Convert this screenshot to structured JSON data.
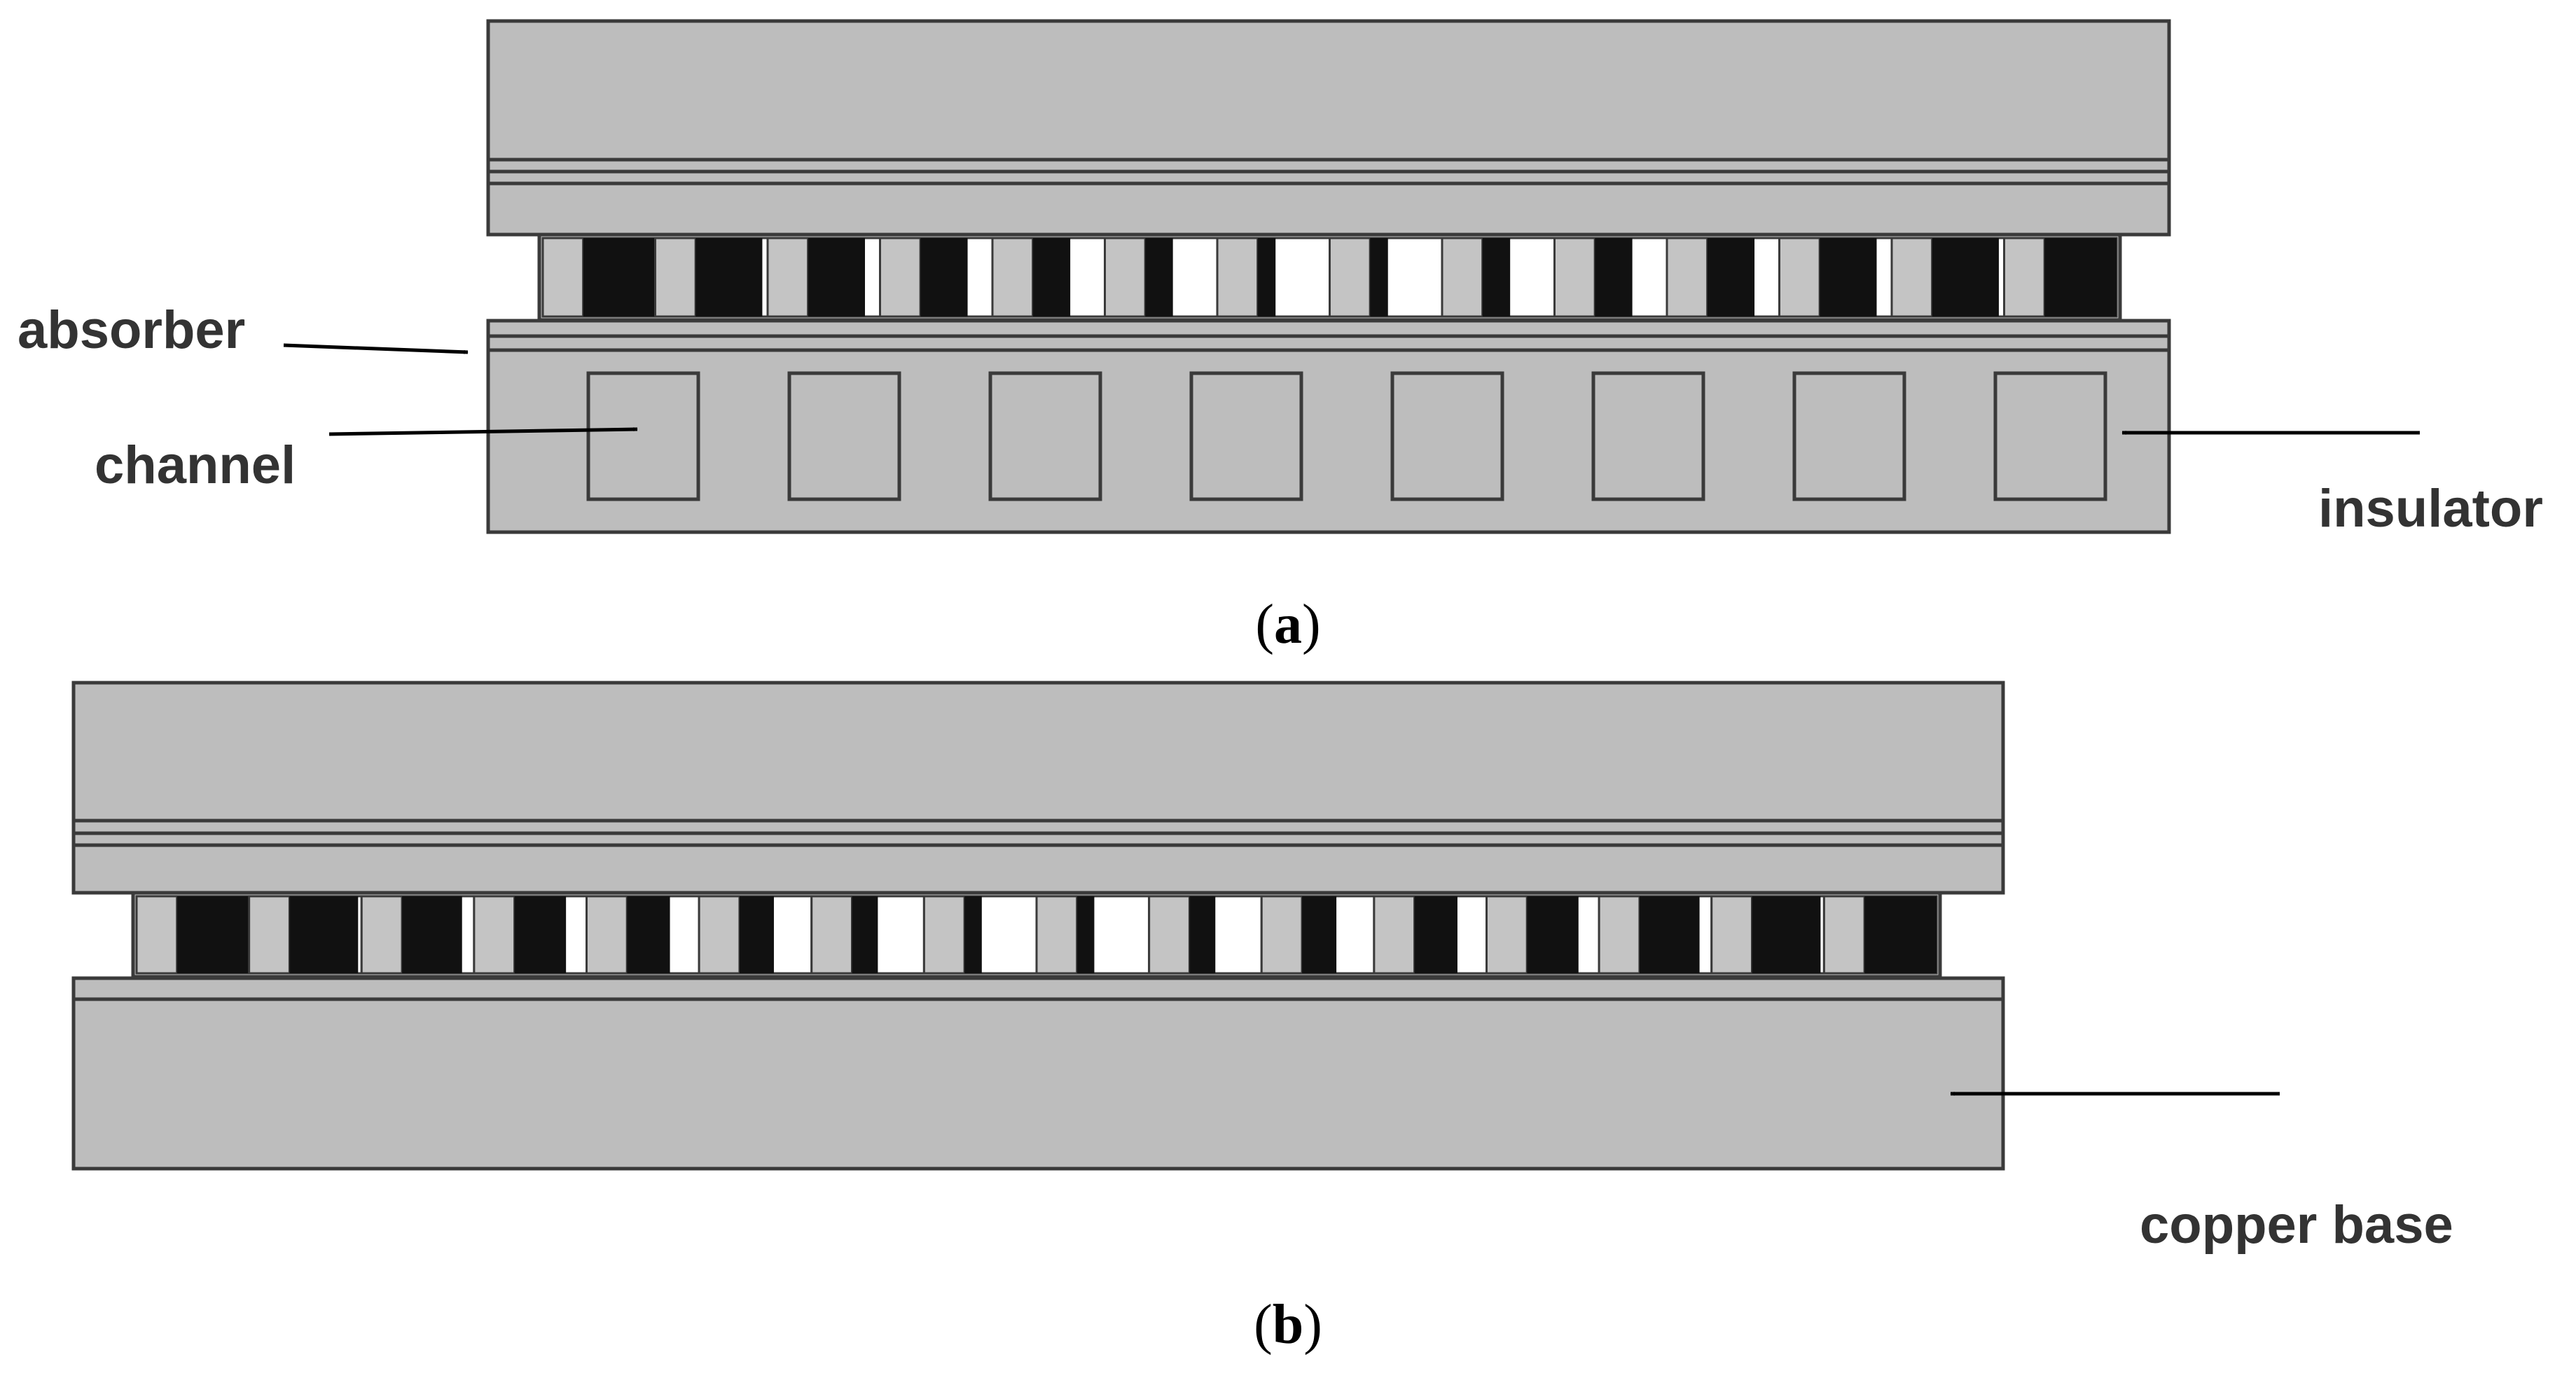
{
  "labels": {
    "absorber": "absorber",
    "channel": "channel",
    "insulator": "insulator",
    "copper_base": "copper base"
  },
  "captions": {
    "a": {
      "open": "(",
      "letter": "a",
      "close": ")"
    },
    "b": {
      "open": "(",
      "letter": "b",
      "close": ")"
    }
  },
  "colors": {
    "body": "#bdbdbd",
    "outline": "#3a3a3a",
    "dark": "#111111",
    "light": "#ffffff",
    "text": "#333333"
  }
}
